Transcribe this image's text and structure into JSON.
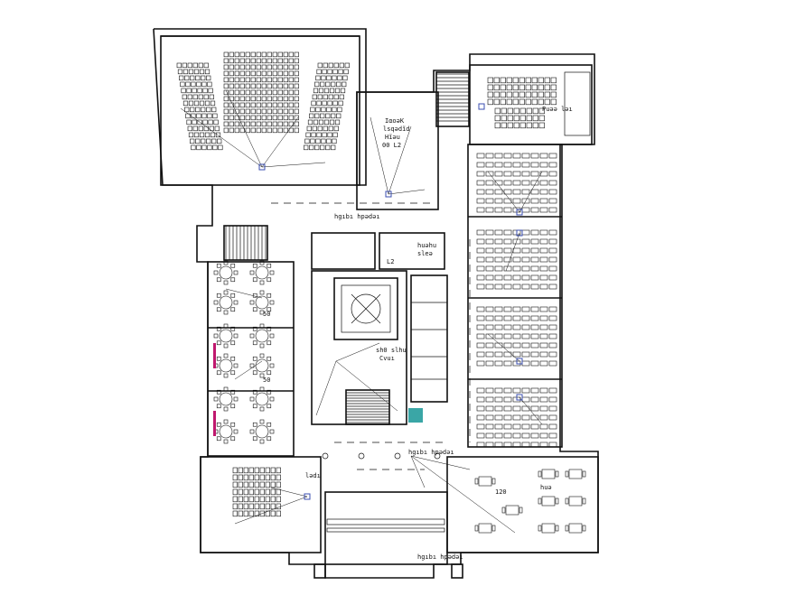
{
  "drawing": {
    "line_color": "#111111",
    "accent_colors": {
      "teal_fill": "#3aa6a6",
      "magenta_marks": "#c0186e",
      "blue_fixtures": "#3b4fb0"
    }
  },
  "labels": {
    "top_room_a": "ΙαοəK",
    "top_room_b": "lsqədĩd",
    "top_room_c": "Hĩəu",
    "top_room_num": "00  L2",
    "corridor_top": "hgıbı hpədəı",
    "office_a": "huəhu",
    "office_b": "sleə",
    "office_num": "L2",
    "centre_a": "sh0 slhu",
    "centre_b": "Cvuı",
    "meeting_num_top": "50",
    "meeting_num_mid": "50",
    "lower_corridor": "hgıbı hpədəı",
    "lower_left_room": "lədı",
    "lower_right_num": "120",
    "lower_right_b": "huə",
    "bottom_corridor": "hgıbı hpədəı",
    "right_top_room": "Puəə ləı"
  }
}
